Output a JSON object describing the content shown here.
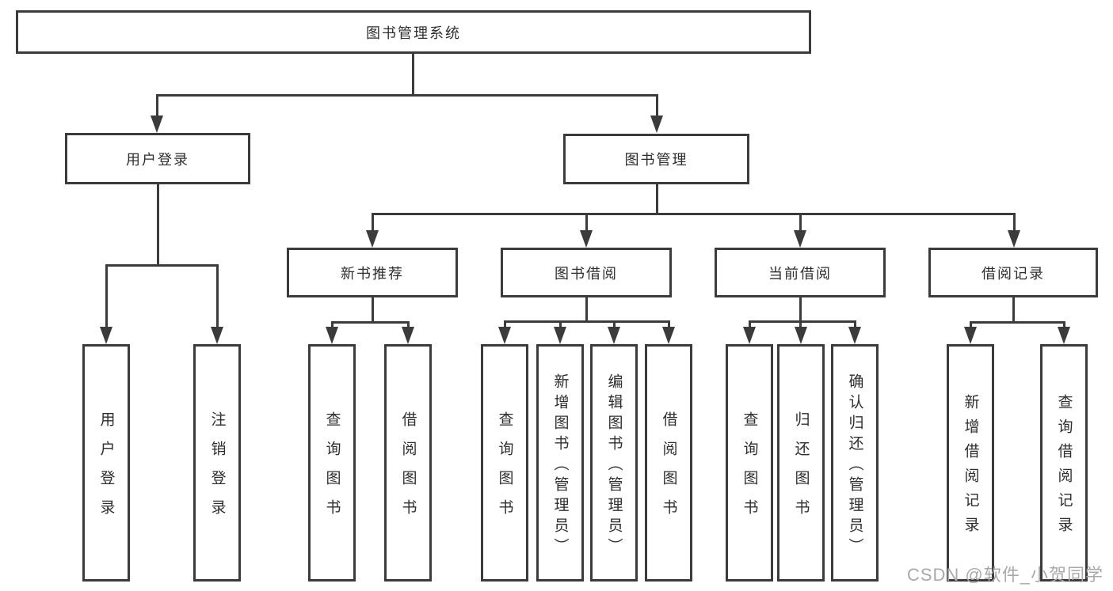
{
  "colors": {
    "line": "#3b3b3b",
    "text": "#2e2e2e",
    "watermark": "#a9a9a9",
    "background": "#ffffff"
  },
  "diagram": {
    "root": "图书管理系统",
    "branches": {
      "user_login": "用户登录",
      "book_mgmt": "图书管理"
    },
    "modules": {
      "recommend": "新书推荐",
      "borrow": "图书借阅",
      "current": "当前借阅",
      "records": "借阅记录"
    },
    "leaves": {
      "login": [
        "用户登录",
        "注销登录"
      ],
      "recommend": [
        "查询图书",
        "借阅图书"
      ],
      "borrow": [
        "查询图书",
        "新增图书（管理员）",
        "编辑图书（管理员）",
        "借阅图书"
      ],
      "current": [
        "查询图书",
        "归还图书",
        "确认归还（管理员）"
      ],
      "records": [
        "新增借阅记录",
        "查询借阅记录"
      ]
    }
  },
  "watermark": "CSDN @软件_小贺同学"
}
